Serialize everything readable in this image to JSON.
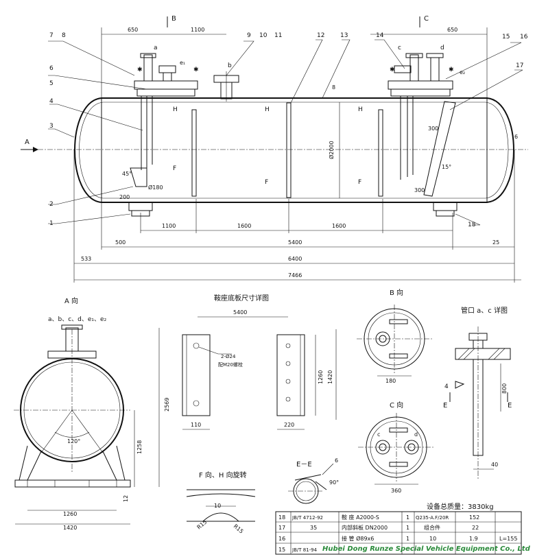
{
  "labels": {
    "view_a": "A 向",
    "view_a_nozzles": "a、b、c、d、e₁、e₂",
    "saddle_title": "鞍座底板尺寸详图",
    "view_b": "B 向",
    "view_c": "C 向",
    "nozzle_detail": "管口 a、c 详图",
    "view_fh": "F 向、H 向旋转",
    "view_ee": "E－E",
    "total_mass": "设备总质量：3830kg",
    "watermark": "Hubei Dong Runze Special Vehicle Equipment Co., Ltd",
    "arrow_A": "A",
    "arrow_B": "B",
    "arrow_C": "C",
    "arrow_E": "E",
    "arrow_F": "F",
    "arrow_H": "H",
    "nozzle_a": "a",
    "nozzle_b": "b",
    "nozzle_c": "c",
    "nozzle_d": "d",
    "nozzle_e1": "e₁",
    "nozzle_e2": "e₂",
    "bolt_note1": "2-Ø24",
    "bolt_note2": "配M20螺栓",
    "weld": "4"
  },
  "part_numbers": {
    "p1": "1",
    "p2": "2",
    "p3": "3",
    "p4": "4",
    "p5": "5",
    "p6": "6",
    "p7": "7",
    "p8": "8",
    "p9": "9",
    "p10": "10",
    "p11": "11",
    "p12": "12",
    "p13": "13",
    "p14": "14",
    "p15": "15",
    "p16": "16",
    "p17": "17",
    "p18": "18",
    "ee6": "6"
  },
  "dimensions": {
    "d650a": "650",
    "d1100a": "1100",
    "d650b": "650",
    "d1100b": "1100",
    "d1600a": "1600",
    "d1600b": "1600",
    "d500": "500",
    "d5400": "5400",
    "d25": "25",
    "d533": "533",
    "d6400": "6400",
    "d7466": "7466",
    "d300": "300",
    "d300v": "300",
    "d200": "200",
    "dia180": "Ø180",
    "dia2000": "Ø2000",
    "ang45": "45°",
    "ang15": "15°",
    "d6": "6",
    "d2569": "2569",
    "d1258": "1258",
    "d12": "12",
    "d1260": "1260",
    "d1420a": "1420",
    "ang120": "120°",
    "d1260v": "1260",
    "d1420v": "1420",
    "d5400s": "5400",
    "d110": "110",
    "d220": "220",
    "d180": "180",
    "d360": "360",
    "d800": "800",
    "d40": "40",
    "ang90": "90°",
    "d10": "10",
    "r15a": "R15",
    "r15b": "R15",
    "d8": "8"
  },
  "bom": [
    [
      "18",
      "JB/T 4712-92",
      "鞍 座 A2000-S",
      "1",
      "Q235-A.F/20R",
      "152"
    ],
    [
      "17",
      "35",
      "内部斜板 DN2000",
      "1",
      "组合件",
      "22"
    ],
    [
      "16",
      "",
      "接 管 Ø89x6",
      "1",
      "10",
      "1.9",
      "L=155"
    ],
    [
      "15",
      "JB/T 81-94",
      "",
      "",
      "",
      ""
    ]
  ]
}
